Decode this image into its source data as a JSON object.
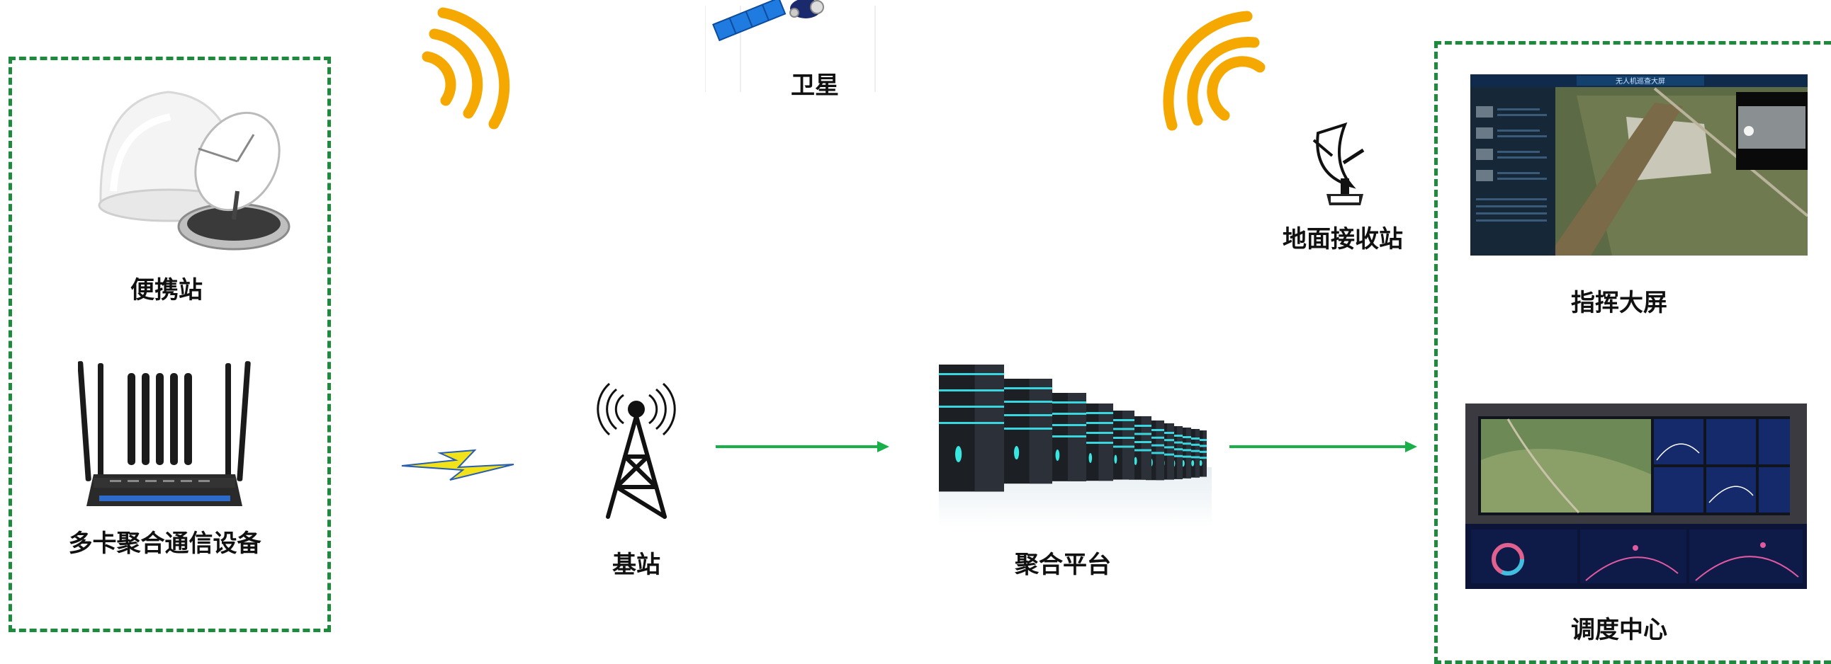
{
  "colors": {
    "dash_green": "#1e8a3c",
    "arrow_green": "#19b04a",
    "signal_orange": "#f5a800",
    "lightning_yellow": "#f2e21a",
    "lightning_blue": "#2a5fb0"
  },
  "icons": {
    "satellite": "satellite-icon",
    "ground_station": "dish-antenna-icon",
    "portable_station": "satellite-dome-icon",
    "router": "router-icon",
    "tower": "radio-tower-icon",
    "server": "server-rack-icon"
  },
  "nodes": {
    "satellite": "卫星",
    "ground_station": "地面接收站",
    "portable_station": "便携站",
    "multi_card_device": "多卡聚合通信设备",
    "base_station": "基站",
    "aggregation_platform": "聚合平台",
    "command_screen": "指挥大屏",
    "dispatch_center": "调度中心"
  },
  "screen": {
    "title": "无人机巡查大屏"
  }
}
